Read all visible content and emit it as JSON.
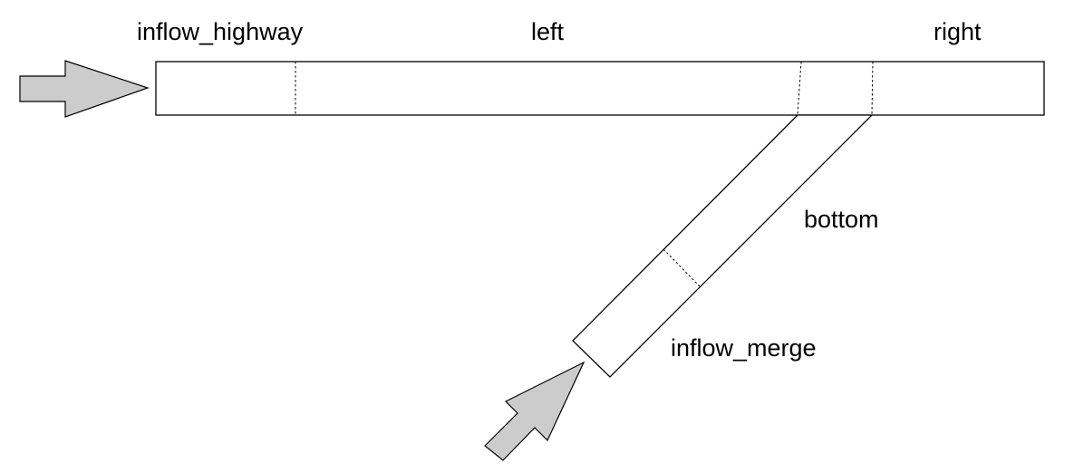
{
  "labels": {
    "inflow_highway": "inflow_highway",
    "left": "left",
    "right": "right",
    "bottom": "bottom",
    "inflow_merge": "inflow_merge"
  },
  "colors": {
    "arrow_fill": "#cccccc",
    "road_stroke": "#000000",
    "background": "#ffffff"
  },
  "icons": {
    "highway_inflow_arrow": "arrow-right-icon",
    "merge_inflow_arrow": "arrow-up-right-icon"
  }
}
